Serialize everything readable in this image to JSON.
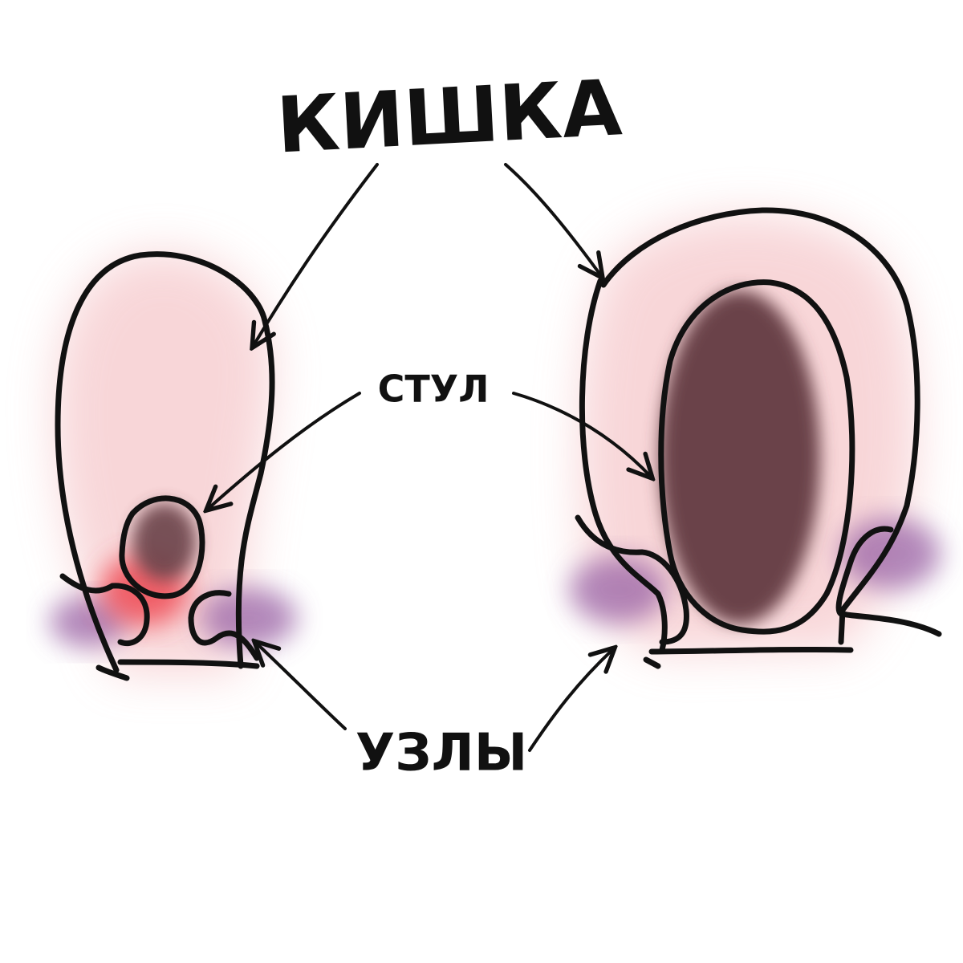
{
  "labels": {
    "intestine": "КИШКА",
    "stool": "СТУЛ",
    "nodes": "УЗЛЫ"
  },
  "colors": {
    "ink": "#111111",
    "tissue_pink": "#f6c9cc",
    "stool_brown": "#6b4248",
    "node_purple": "#9a63a6",
    "inflamed_red": "#ef4b55"
  }
}
